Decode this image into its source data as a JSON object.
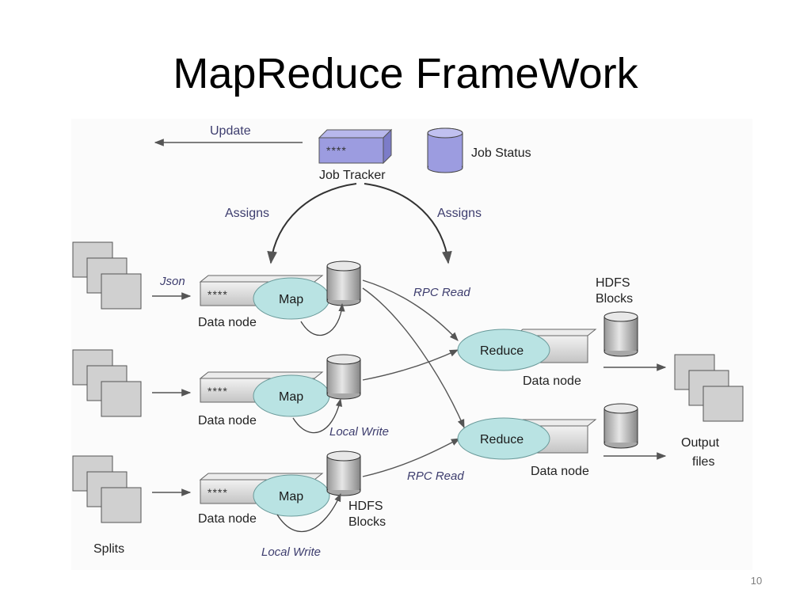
{
  "slide": {
    "title": "MapReduce FrameWork",
    "number": "10"
  },
  "diagram": {
    "update_label": "Update",
    "job_tracker_label": "Job Tracker",
    "job_status_label": "Job Status",
    "assigns_left": "Assigns",
    "assigns_right": "Assigns",
    "json_label": "Json",
    "splits_label": "Splits",
    "map_label": "Map",
    "reduce_label": "Reduce",
    "data_node_label": "Data node",
    "rpc_read_top": "RPC Read",
    "rpc_read_bottom": "RPC Read",
    "local_write_1": "Local Write",
    "local_write_2": "Local Write",
    "hdfs_blocks_top_line1": "HDFS",
    "hdfs_blocks_top_line2": "Blocks",
    "hdfs_blocks_bottom_line1": "HDFS",
    "hdfs_blocks_bottom_line2": "Blocks",
    "output_files_line1": "Output",
    "output_files_line2": "files",
    "server_dots": "****",
    "colors": {
      "job_tracker_fill": "#9c9ce0",
      "map_fill": "#b9e3e3",
      "reduce_fill": "#b9e3e3",
      "cylinder_fill": "#cfcfcf",
      "split_fill": "#d0d0d0",
      "server_fill": "#dcdcdc"
    }
  }
}
